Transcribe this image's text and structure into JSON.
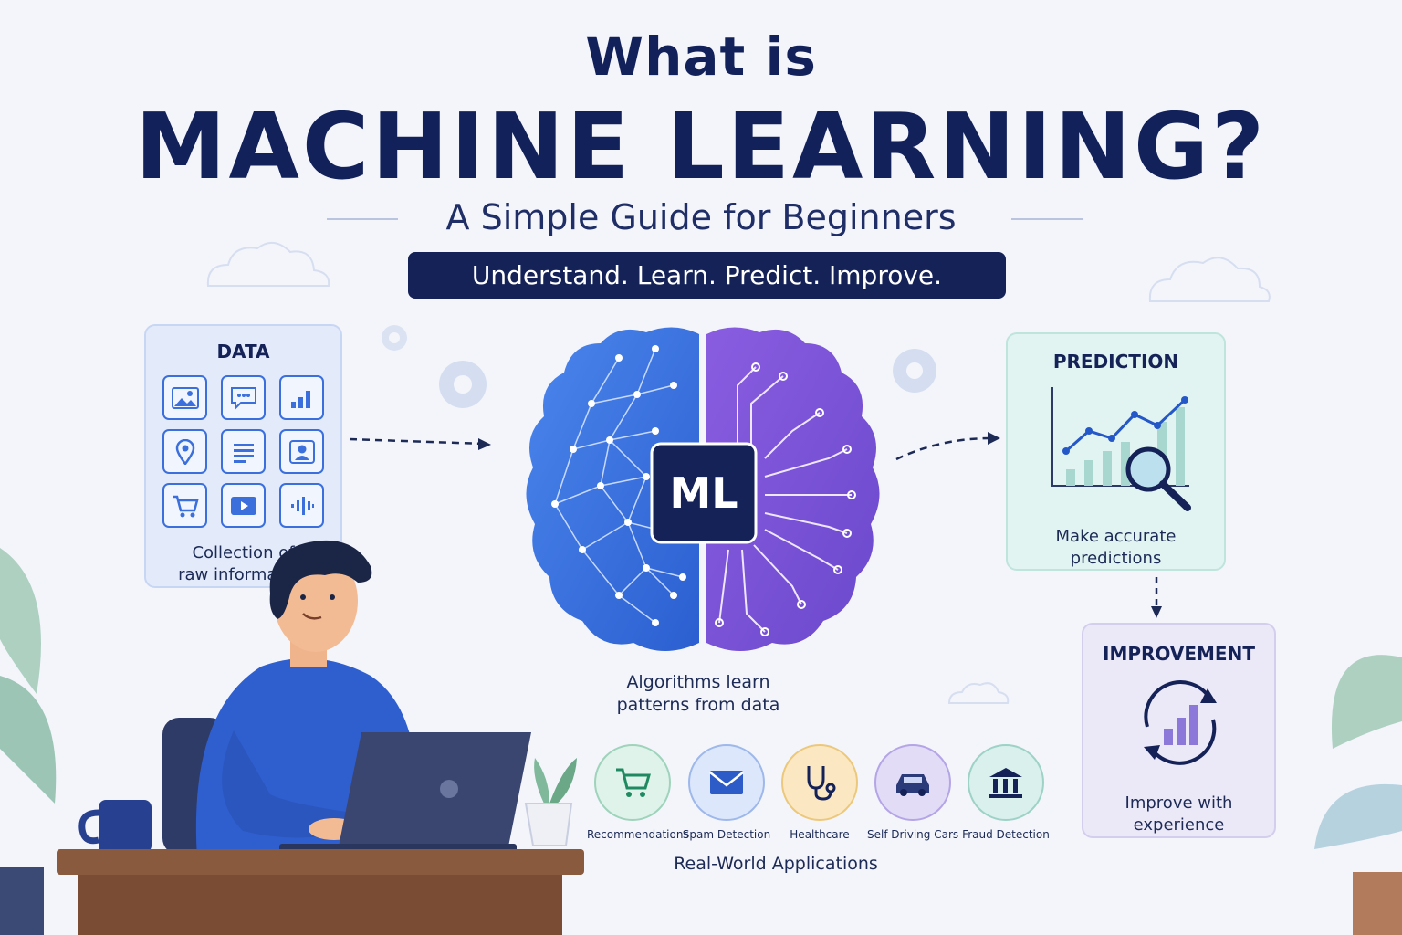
{
  "header": {
    "title_line1": "What is",
    "title_line2": "MACHINE LEARNING?",
    "subtitle": "A Simple Guide for Beginners",
    "tagline": "Understand. Learn. Predict. Improve."
  },
  "data_card": {
    "title": "DATA",
    "icons": [
      "image-icon",
      "chat-icon",
      "bar-chart-icon",
      "location-pin-icon",
      "document-icon",
      "user-icon",
      "cart-icon",
      "video-icon",
      "audio-wave-icon"
    ],
    "caption_line1": "Collection of",
    "caption_line2": "raw information"
  },
  "brain": {
    "badge": "ML",
    "caption_line1": "Algorithms learn",
    "caption_line2": "patterns from data"
  },
  "prediction_card": {
    "title": "PREDICTION",
    "caption_line1": "Make accurate",
    "caption_line2": "predictions"
  },
  "improvement_card": {
    "title": "IMPROVEMENT",
    "caption_line1": "Improve with",
    "caption_line2": "experience"
  },
  "applications": {
    "title": "Real-World Applications",
    "items": [
      {
        "label": "Recommendations",
        "icon": "cart-icon",
        "color": "#dff3ea"
      },
      {
        "label": "Spam Detection",
        "icon": "envelope-icon",
        "color": "#dce7fb"
      },
      {
        "label": "Healthcare",
        "icon": "stethoscope-icon",
        "color": "#fbe8c2"
      },
      {
        "label": "Self-Driving Cars",
        "icon": "car-icon",
        "color": "#e3dcf7"
      },
      {
        "label": "Fraud Detection",
        "icon": "bank-icon",
        "color": "#d9f0ec"
      }
    ]
  },
  "colors": {
    "navy": "#142257",
    "brain_left": "#3b6fe0",
    "brain_right": "#7a52d6"
  }
}
